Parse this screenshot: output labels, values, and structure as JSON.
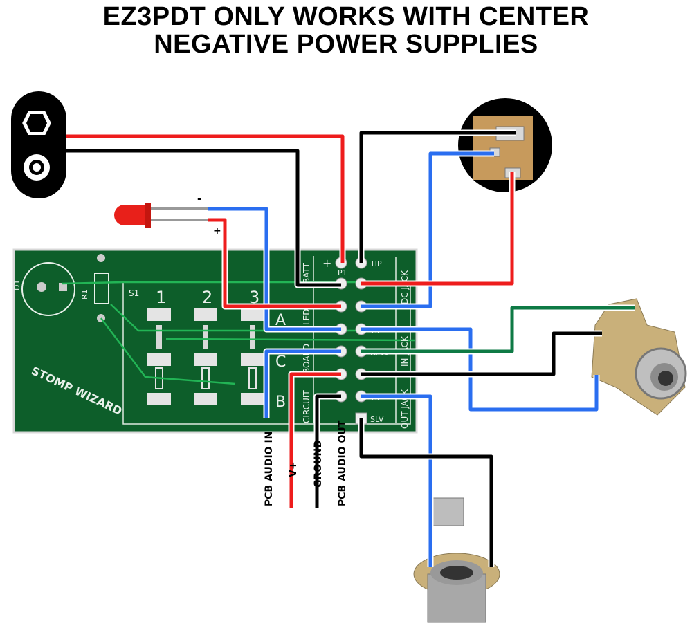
{
  "title": {
    "line1": "EZ3PDT ONLY WORKS WITH CENTER",
    "line2": "NEGATIVE POWER SUPPLIES"
  },
  "led": {
    "minus": "-",
    "plus": "+"
  },
  "pcb": {
    "brand": "STOMP WIZARD",
    "d1": "D1",
    "r1": "R1",
    "s1": "S1",
    "p1": "P1",
    "switch_numbers": [
      "1",
      "2",
      "3"
    ],
    "letters": [
      "A",
      "C",
      "B"
    ],
    "section_labels": {
      "batt": "BATT",
      "led": "LED",
      "board": "BOARD",
      "circuit": "CIRCUIT",
      "dc_jack": "DC JACK",
      "in_jack": "IN JACK",
      "out_jack": "OUT JACK"
    },
    "pins": {
      "plus": "+",
      "tip": "TIP",
      "slv": "SLV",
      "ring": "RING"
    }
  },
  "wire_labels": [
    "PCB AUDIO IN",
    "V+",
    "GROUND",
    "PCB AUDIO OUT"
  ],
  "colors": {
    "red": "#ee1c1c",
    "black": "#000000",
    "blue": "#2a6ef0",
    "green": "#0e7a45",
    "pcb": "#0d5e2a",
    "trace": "#22b455"
  }
}
